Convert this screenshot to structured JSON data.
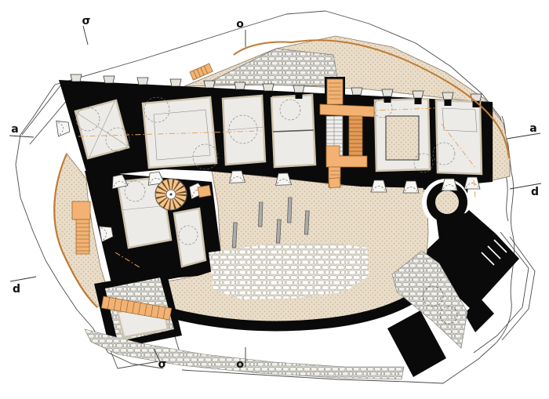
{
  "drawing": {
    "kind": "castle ground floor plan",
    "markers_note": "section line letters placed around plan edges"
  },
  "markers": [
    {
      "id": "section-sigma-top",
      "label": "σ"
    },
    {
      "id": "section-o-top",
      "label": "o"
    },
    {
      "id": "section-a-left",
      "label": "a"
    },
    {
      "id": "section-a-right",
      "label": "a"
    },
    {
      "id": "section-d-right",
      "label": "d"
    },
    {
      "id": "section-d-left",
      "label": "d"
    },
    {
      "id": "section-sigma-bottom",
      "label": "σ"
    },
    {
      "id": "section-o-bottom",
      "label": "o"
    }
  ],
  "colors": {
    "wall_black": "#0a0a0a",
    "courtyard_beige": "#e9ddc9",
    "stipple_dot": "#c3ae8f",
    "restored_orange": "#f3b273",
    "orange_border": "#c07a33",
    "room_floor": "#ecebe8",
    "room_liner": "#cfc3ad",
    "stone_gray": "#e2e1dc",
    "stone_white": "#ffffff",
    "bar_gray": "#ababab",
    "outline": "#4a4a4a"
  }
}
